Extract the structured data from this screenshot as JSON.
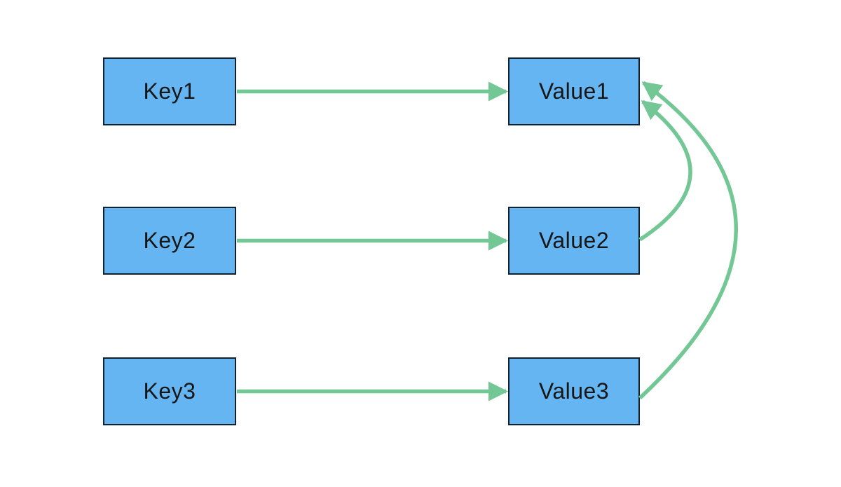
{
  "diagram": {
    "type": "key-value-mapping",
    "colors": {
      "background": "#ffffff",
      "box_fill": "#64b5f1",
      "box_border": "#10222f",
      "arrow": "#72c795",
      "text": "#161616"
    },
    "keys": [
      {
        "label": "Key1"
      },
      {
        "label": "Key2"
      },
      {
        "label": "Key3"
      }
    ],
    "values": [
      {
        "label": "Value1"
      },
      {
        "label": "Value2"
      },
      {
        "label": "Value3"
      }
    ],
    "edges": [
      {
        "from": "Key1",
        "to": "Value1",
        "style": "straight"
      },
      {
        "from": "Key2",
        "to": "Value2",
        "style": "straight"
      },
      {
        "from": "Key3",
        "to": "Value3",
        "style": "straight"
      },
      {
        "from": "Value2",
        "to": "Value1",
        "style": "curved-right"
      },
      {
        "from": "Value3",
        "to": "Value1",
        "style": "curved-right"
      }
    ]
  }
}
